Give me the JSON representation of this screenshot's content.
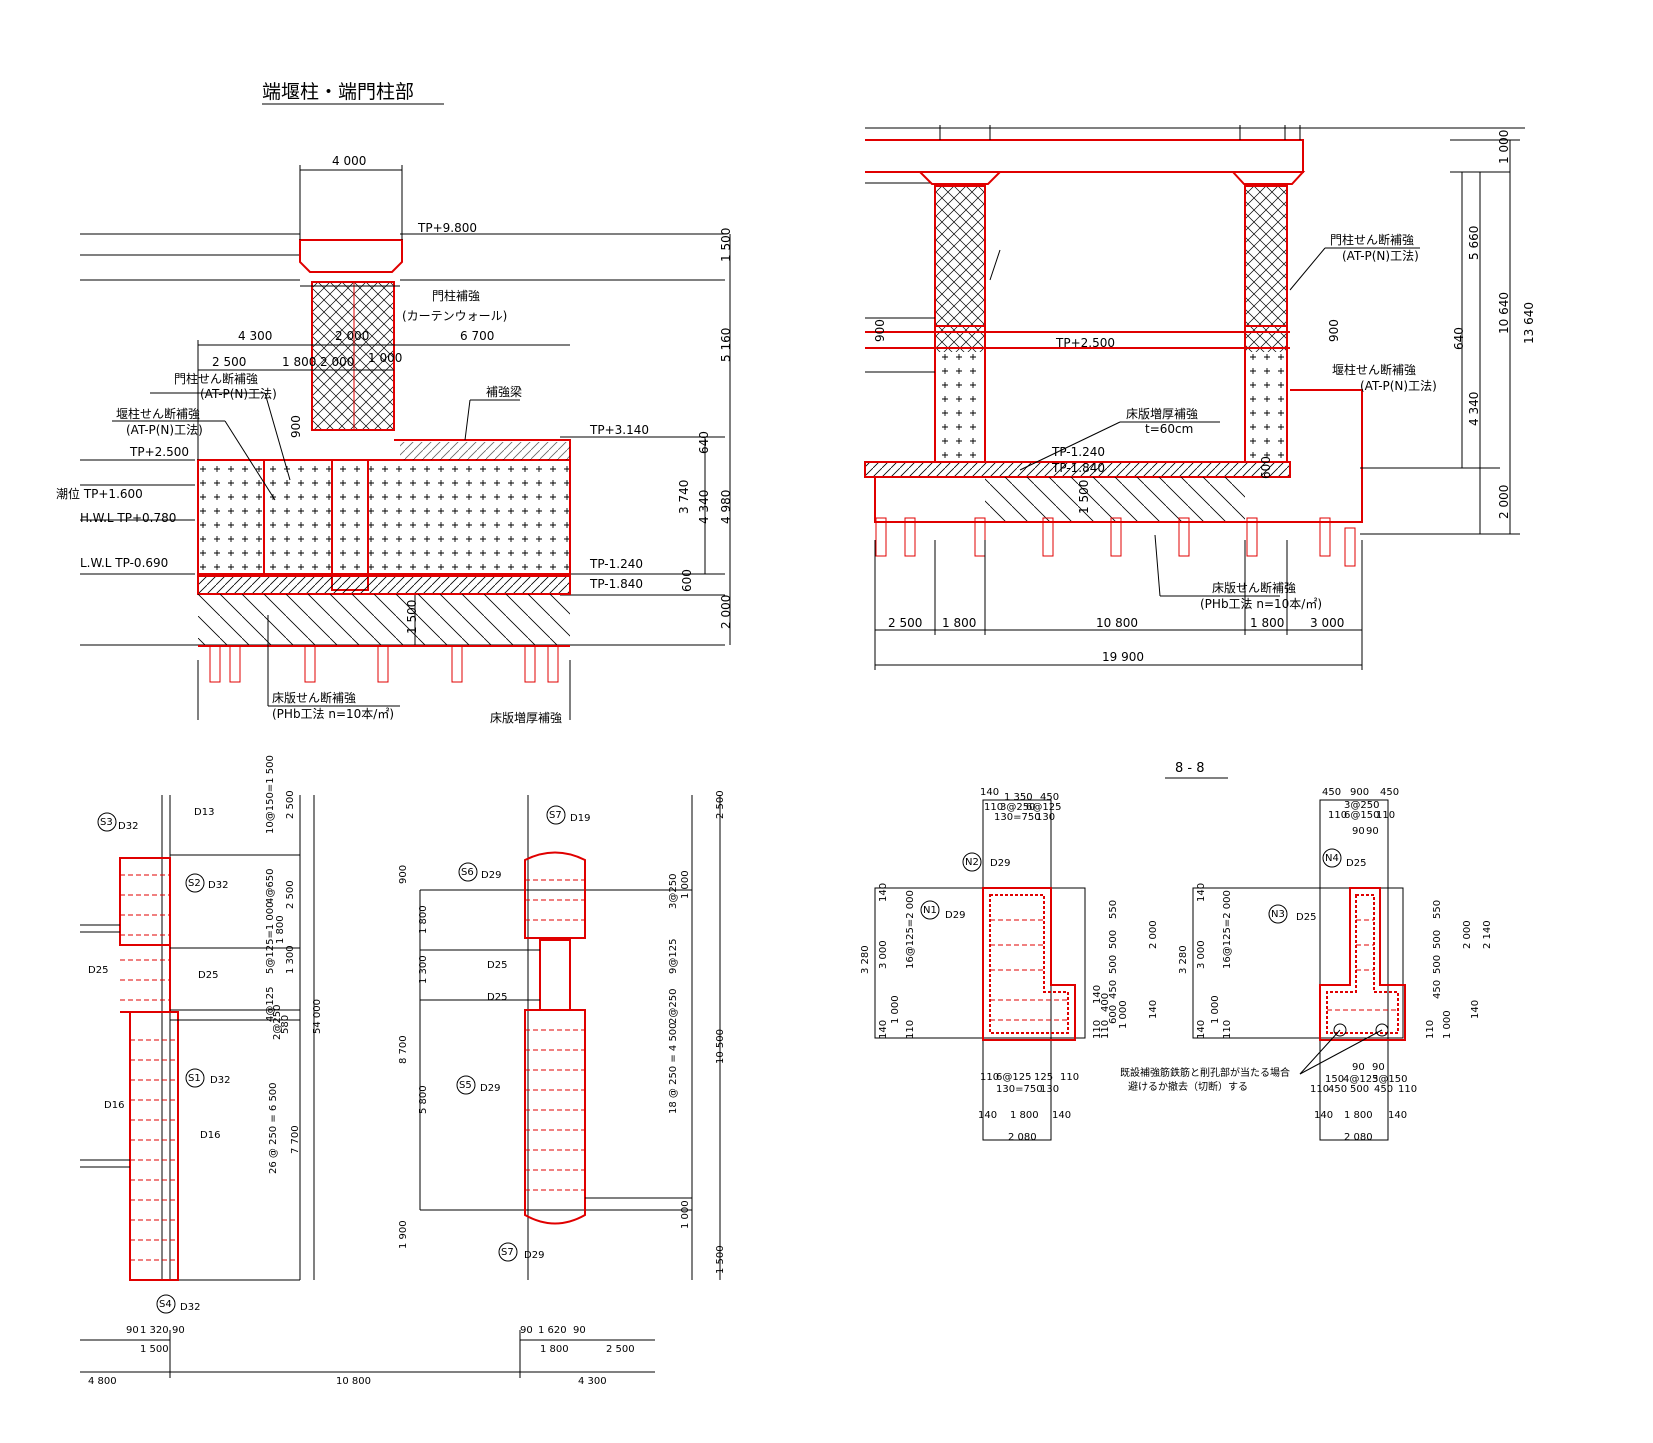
{
  "title_top_left": "端堰柱・端門柱部",
  "title_bottom_right": "8 - 8",
  "panel_a": {
    "dims": [
      "4 000",
      "4 300",
      "2 000",
      "6 700",
      "2 500",
      "1 800",
      "2 000",
      "1 000",
      "900",
      "1 500",
      "5 160",
      "640",
      "3 740",
      "4 340",
      "4 980",
      "600",
      "2 000",
      "1 500"
    ],
    "levels": [
      "TP+9.800",
      "TP+3.140",
      "TP+2.500",
      "TP-1.240",
      "TP-1.840"
    ],
    "water": [
      "潮位 TP+1.600",
      "H.W.L TP+0.780",
      "L.W.L TP-0.690"
    ],
    "labels": [
      "門柱補強",
      "(カーテンウォール)",
      "門柱せん断補強",
      "(AT-P(N)工法)",
      "堰柱せん断補強",
      "(AT-P(N)工法)",
      "補強梁",
      "床版せん断補強",
      "(PHb工法  n=10本/㎡)",
      "床版増厚補強"
    ]
  },
  "panel_b": {
    "dims": [
      "1 000",
      "5 660",
      "10 640",
      "13 640",
      "640",
      "4 340",
      "2 000",
      "900",
      "900",
      "1 500",
      "600",
      "2 500",
      "1 800",
      "10 800",
      "1 800",
      "3 000",
      "19 900"
    ],
    "levels": [
      "TP+2.500",
      "TP-1.240",
      "TP-1.840"
    ],
    "labels": [
      "門柱せん断補強",
      "(AT-P(N)工法)",
      "堰柱せん断補強",
      "(AT-P(N)工法)",
      "床版増厚補強",
      "t=60cm",
      "床版せん断補強",
      "(PHb工法  n=10本/㎡)"
    ]
  },
  "panel_c": {
    "bars": [
      "S3",
      "D32",
      "D13",
      "S2",
      "D32",
      "D25",
      "D25",
      "S1",
      "D32",
      "D16",
      "D16",
      "S4",
      "D32",
      "S7",
      "D19",
      "S6",
      "D29",
      "D25",
      "D25",
      "S5",
      "D29",
      "S7",
      "D29"
    ],
    "dims_left": [
      "2 500",
      "10@150=1 500",
      "4@650",
      "1 800",
      "2 500",
      "5@125=1 000",
      "1 300",
      "4@125",
      "2@250",
      "580",
      "54 000",
      "26 @ 250 = 6 500",
      "7 700"
    ],
    "dims_right": [
      "900",
      "1 800",
      "1 300",
      "8 700",
      "5 800",
      "1 900",
      "2 500",
      "3@250",
      "9@125",
      "2@250",
      "18 @ 250 = 4 500",
      "10 500",
      "1 000",
      "1 000",
      "1 500"
    ],
    "bottom": [
      "90",
      "1 320",
      "90",
      "1 500",
      "4 800",
      "10 800",
      "90",
      "1 620",
      "90",
      "1 800",
      "2 500",
      "4 300"
    ]
  },
  "panel_d": {
    "left": {
      "top": [
        "140",
        "1 350",
        "450",
        "110",
        "3@250",
        "6@125",
        "130=750",
        "130"
      ],
      "marks": [
        "N2",
        "D29",
        "N1",
        "D29"
      ],
      "right": [
        "550",
        "500",
        "500",
        "450",
        "2 000",
        "140",
        "1 000",
        "140",
        "110",
        "600",
        "400",
        "110"
      ],
      "left_dims": [
        "3 280",
        "3 000",
        "16@125=2 000",
        "140",
        "1 000",
        "140",
        "110"
      ],
      "bottom": [
        "110",
        "6@125",
        "125",
        "110",
        "130=750",
        "130",
        "140",
        "1 800",
        "140",
        "2 080"
      ]
    },
    "right": {
      "top": [
        "450",
        "900",
        "450",
        "110",
        "3@250",
        "6@150",
        "110",
        "90",
        "90"
      ],
      "marks": [
        "N4",
        "D25",
        "N3",
        "D25"
      ],
      "right": [
        "550",
        "500",
        "500",
        "450",
        "2 000",
        "2 140",
        "1 000",
        "140",
        "110"
      ],
      "left_dims": [
        "3 280",
        "3 000",
        "16@125=2 000",
        "140",
        "1 000",
        "140",
        "110"
      ],
      "bottom": [
        "90",
        "90",
        "150",
        "4@125",
        "3@150",
        "110",
        "450",
        "500",
        "450",
        "110",
        "140",
        "1 800",
        "140",
        "2 080"
      ]
    },
    "note": [
      "既設補強筋鉄筋と削孔部が当たる場合",
      "避けるか撤去（切断）する"
    ]
  }
}
